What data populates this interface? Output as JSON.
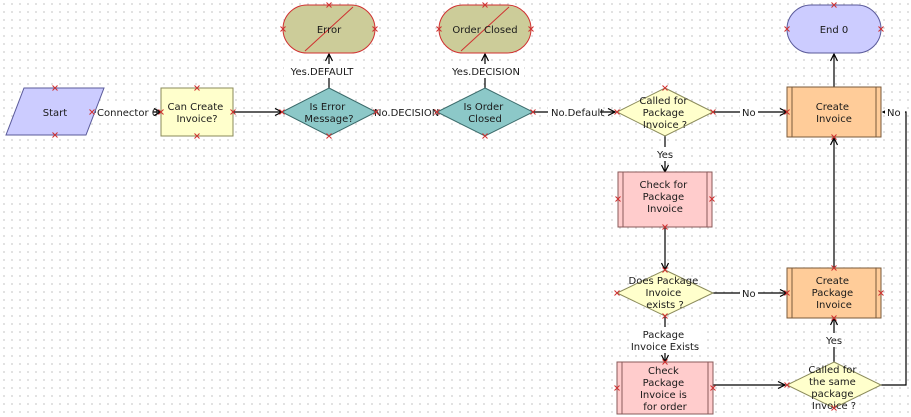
{
  "nodes": {
    "start": "Start",
    "can_create_invoice": [
      "Can Create",
      "Invoice?"
    ],
    "is_error_message": [
      "Is Error",
      "Message?"
    ],
    "error": "Error",
    "is_order_closed": [
      "Is Order",
      "Closed"
    ],
    "order_closed": "Order Closed",
    "called_for_package_invoice": [
      "Called for",
      "Package",
      "Invoice ?"
    ],
    "create_invoice": [
      "Create",
      "Invoice"
    ],
    "end_0": "End 0",
    "check_for_package_invoice": [
      "Check for",
      "Package",
      "Invoice"
    ],
    "does_package_invoice_exists": [
      "Does Package",
      "Invoice",
      "exists ?"
    ],
    "create_package_invoice": [
      "Create",
      "Package",
      "Invoice"
    ],
    "check_package_invoice_is_for_order": [
      "Check",
      "Package",
      "Invoice is",
      "for order"
    ],
    "called_for_same_package_invoice": [
      "Called for",
      "the same",
      "package",
      "Invoice ?"
    ]
  },
  "edges": {
    "connector_0": "Connector 0",
    "yes_default": "Yes.DEFAULT",
    "no_decision": "No.DECISION",
    "yes_decision": "Yes.DECISION",
    "no_default": "No.Default",
    "no_1": "No",
    "yes_1": "Yes",
    "no_2": "No",
    "package_invoice_exists": [
      "Package",
      "Invoice Exists"
    ],
    "yes_2": "Yes",
    "no_3": "No"
  },
  "colors": {
    "start": "#ccccff",
    "step": "#ffffcc",
    "decision_teal": "#8cc8c8",
    "decision_yellow": "#ffffcc",
    "terminal_olive": "#cccc99",
    "terminal_end": "#ccccff",
    "subprocess_orange": "#ffcc99",
    "subprocess_pink": "#ffcccc",
    "handle": "#d03030"
  }
}
